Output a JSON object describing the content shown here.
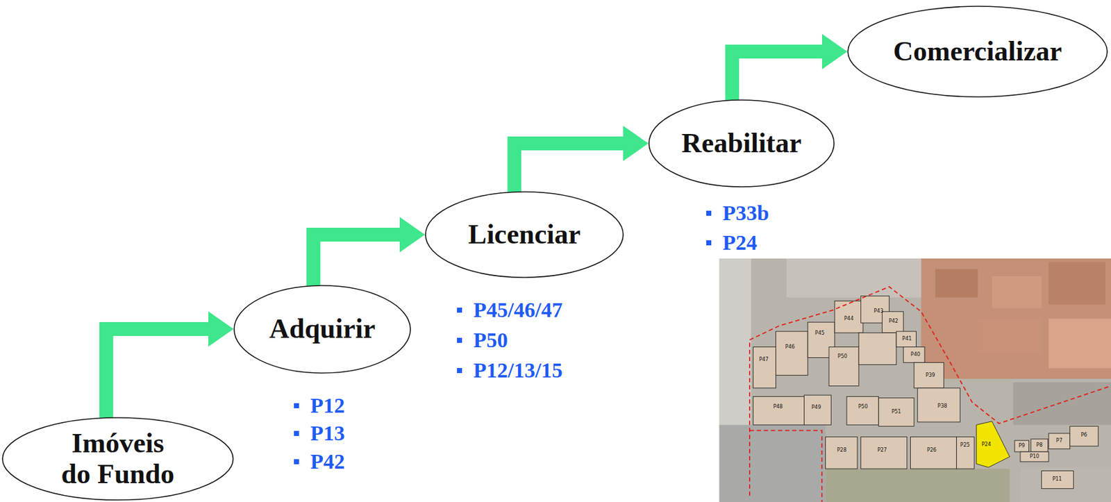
{
  "diagram": {
    "nodes": [
      {
        "text": [
          "Imóveis do Fundo"
        ]
      },
      {
        "text": [
          "Adquirir"
        ]
      },
      {
        "text": [
          "Licenciar"
        ]
      },
      {
        "text": [
          "Reabilitar"
        ]
      },
      {
        "text": [
          "Comercializar"
        ]
      }
    ],
    "edges": [
      {
        "from": 0,
        "to": 1,
        "arrow": "to"
      },
      {
        "from": 1,
        "to": 2,
        "arrow": "to"
      },
      {
        "from": 2,
        "to": 3,
        "arrow": "to"
      },
      {
        "from": 3,
        "to": 4,
        "arrow": "to"
      }
    ],
    "labels": [
      "P12",
      "P13",
      "P42",
      "P45/46/47",
      "P50",
      "P12/13/15",
      "P33b",
      "P24",
      "P47",
      "P46",
      "P45",
      "P44",
      "P43",
      "P42",
      "P50",
      "P41",
      "P40",
      "P39",
      "P48",
      "P49",
      "P50",
      "P51",
      "P38",
      "P28",
      "P27",
      "P26",
      "P25",
      "P24",
      "P9",
      "P8",
      "P7",
      "P6",
      "P10",
      "P11"
    ]
  }
}
